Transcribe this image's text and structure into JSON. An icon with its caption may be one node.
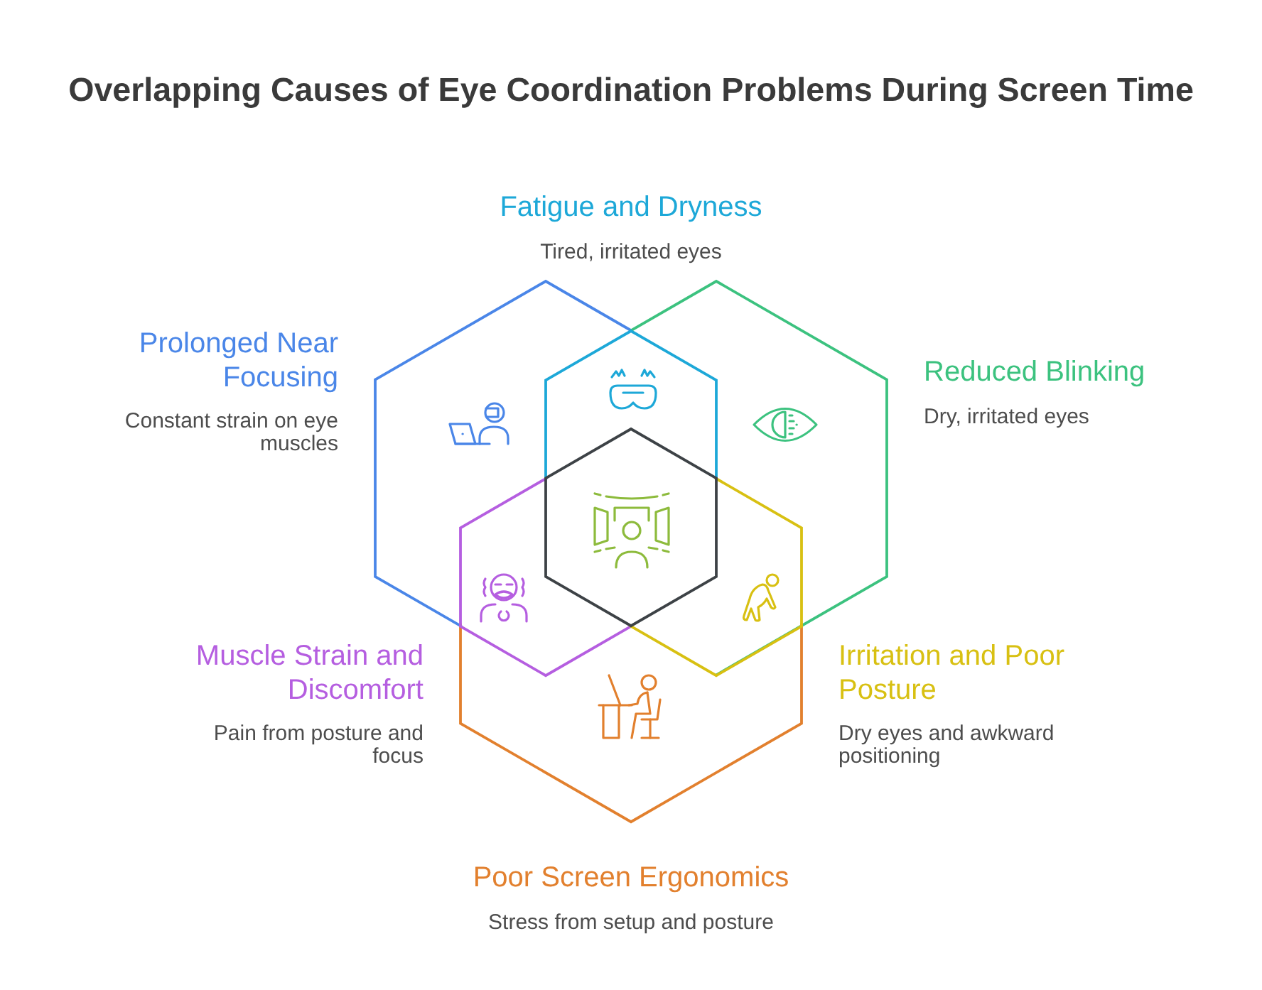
{
  "diagram": {
    "title": "Overlapping Causes of Eye Coordination Problems During Screen Time",
    "nodes": [
      {
        "text": [
          "Fatigue and Dryness",
          "Tired, irritated eyes"
        ]
      },
      {
        "text": [
          "Prolonged Near Focusing",
          "Constant strain on eye muscles"
        ]
      },
      {
        "text": [
          "Reduced Blinking",
          "Dry, irritated eyes"
        ]
      },
      {
        "text": [],
        "shape": "hexagon"
      },
      {
        "text": [
          "Muscle Strain and Discomfort",
          "Pain from posture and focus"
        ]
      },
      {
        "text": [
          "Irritation and Poor Posture",
          "Dry eyes and awkward positioning"
        ]
      },
      {
        "text": [
          "Poor Screen Ergonomics",
          "Stress from setup and posture"
        ]
      }
    ]
  }
}
